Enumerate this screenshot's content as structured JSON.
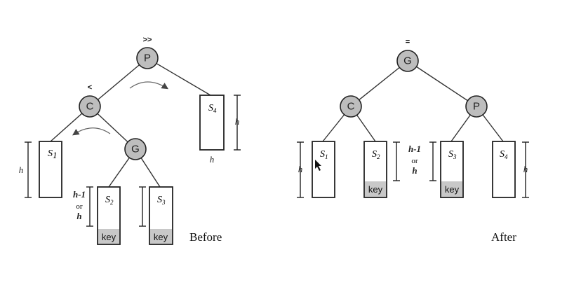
{
  "captions": {
    "before": "Before",
    "after": "After"
  },
  "balance_marks": {
    "before_p": ">>",
    "before_c": "<",
    "after_g": "="
  },
  "nodes": {
    "p": "P",
    "c": "C",
    "g": "G"
  },
  "subtrees": {
    "s1": {
      "letter": "S",
      "index": "1"
    },
    "s2": {
      "letter": "S",
      "index": "2"
    },
    "s3": {
      "letter": "S",
      "index": "3"
    },
    "s4": {
      "letter": "S",
      "index": "4"
    }
  },
  "key_label": "key",
  "height_labels": {
    "h": "h",
    "h_minus_1": "h-1",
    "or": "or"
  }
}
